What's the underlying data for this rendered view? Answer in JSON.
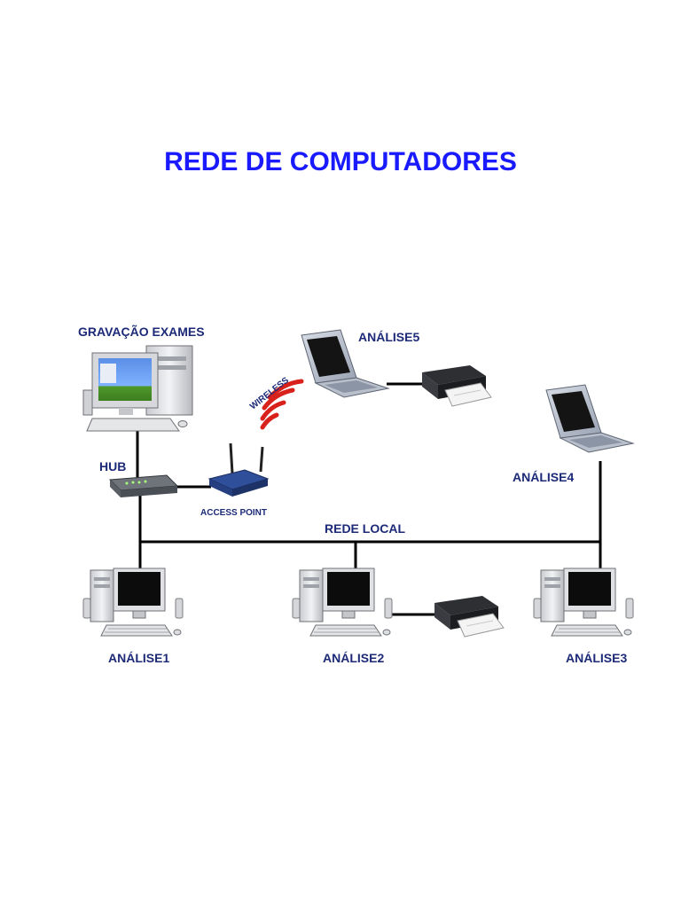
{
  "title": "REDE DE COMPUTADORES",
  "colors": {
    "title": "#1a1aff",
    "labels": "#1c2a78",
    "cable": "#000000",
    "wireless_waves": "#d9211b"
  },
  "nodes": {
    "recording_station": {
      "label": "GRAVAÇÃO EXAMES",
      "icon": "desktop-computer-icon"
    },
    "hub": {
      "label": "HUB",
      "icon": "hub-icon"
    },
    "access_point": {
      "label": "ACCESS POINT",
      "icon": "wireless-router-icon"
    },
    "wireless": {
      "label": "WIRELESS",
      "icon": "wireless-signal-icon"
    },
    "analise5": {
      "label": "ANÁLISE5",
      "icon": "laptop-icon"
    },
    "analise4": {
      "label": "ANÁLISE4",
      "icon": "laptop-icon"
    },
    "analise1": {
      "label": "ANÁLISE1",
      "icon": "desktop-computer-icon"
    },
    "analise2": {
      "label": "ANÁLISE2",
      "icon": "desktop-computer-icon"
    },
    "analise3": {
      "label": "ANÁLISE3",
      "icon": "desktop-computer-icon"
    },
    "printer_a5": {
      "icon": "printer-icon"
    },
    "printer_a2": {
      "icon": "printer-icon"
    }
  },
  "network": {
    "label": "REDE LOCAL"
  }
}
